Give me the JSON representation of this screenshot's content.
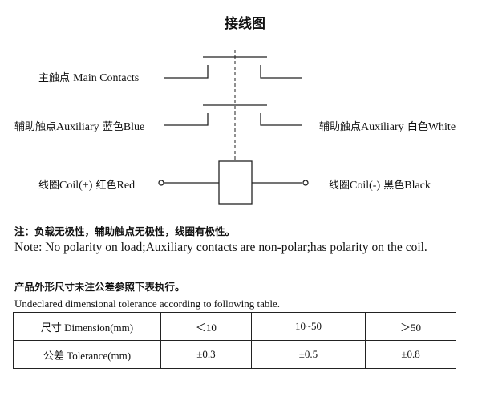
{
  "title": "接线图",
  "diagram": {
    "main_contacts_label": {
      "cn": "主触点",
      "en": "Main Contacts"
    },
    "aux_left_label": {
      "cn": "辅助触点",
      "en": "Auxiliary",
      "color_cn": "蓝色",
      "color_en": "Blue"
    },
    "aux_right_label": {
      "cn": "辅助触点",
      "en": "Auxiliary",
      "color_cn": "白色",
      "color_en": "White"
    },
    "coil_left_label": {
      "cn": "线圈",
      "en": "Coil(+)",
      "color_cn": "红色",
      "color_en": "Red"
    },
    "coil_right_label": {
      "cn": "线圈",
      "en": "Coil(-)",
      "color_cn": "黑色",
      "color_en": "Black"
    }
  },
  "notes": {
    "cn": "注：负载无极性，辅助触点无极性，线圈有极性。",
    "en": "Note: No polarity on load;Auxiliary contacts are non-polar;has polarity on the coil."
  },
  "tolerance": {
    "heading_cn": "产品外形尺寸未注公差参照下表执行。",
    "heading_en": "Undeclared dimensional tolerance according to following table.",
    "table": {
      "row1_header": "尺寸 Dimension(mm)",
      "row2_header": "公差 Tolerance(mm)",
      "ranges": [
        "＜10",
        "10~50",
        "＞50"
      ],
      "values": [
        "±0.3",
        "±0.5",
        "±0.8"
      ]
    }
  }
}
